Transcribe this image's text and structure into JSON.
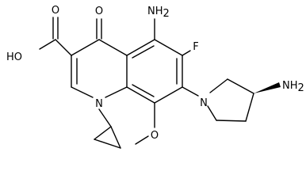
{
  "molecule": {
    "atoms": {
      "ring_oxo": "O",
      "nh2_top": {
        "main": "NH",
        "sub": "2"
      },
      "fluoro": "F",
      "acid_ho": "HO",
      "acid_o": "O",
      "ring_n1": "N",
      "pyrrolidine_n": "N",
      "nh2_right": {
        "main": "NH",
        "sub": "2"
      },
      "methoxy_o": "O"
    },
    "colors": {
      "ink": "#000000",
      "background": "#ffffff"
    }
  }
}
